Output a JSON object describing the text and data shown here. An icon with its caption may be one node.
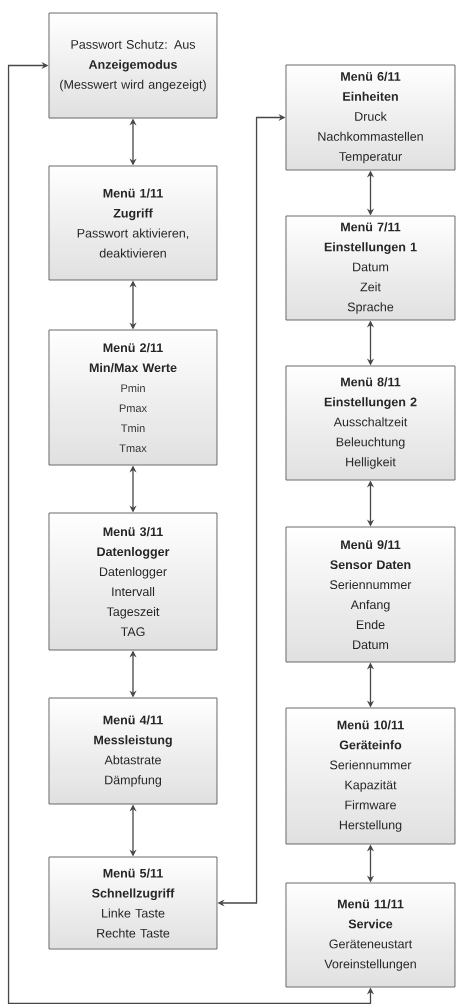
{
  "diagram": {
    "nodes": [
      {
        "text": [
          "Passwort Schutz: Aus",
          "Anzeigemodus",
          "(Messwert wird angezeigt)"
        ]
      },
      {
        "text": [
          "Menü 1/11",
          "Zugriff",
          "Passwort  aktivieren, deaktivieren"
        ]
      },
      {
        "text": [
          "Menü 2/11",
          "Min/Max Werte",
          "Pmin",
          "Pmax",
          "Tmin",
          "Tmax"
        ]
      },
      {
        "text": [
          "Menü 3/11",
          "Datenlogger",
          "Datenlogger",
          "Intervall",
          "Tageszeit",
          "TAG"
        ]
      },
      {
        "text": [
          "Menü 4/11",
          "Messleistung",
          "Abtastrate",
          "Dämpfung"
        ]
      },
      {
        "text": [
          "Menü 5/11",
          "Schnellzugriff",
          "Linke Taste",
          "Rechte Taste"
        ]
      },
      {
        "text": [
          "Menü 6/11",
          "Einheiten",
          "Druck",
          "Nachkommastellen",
          "Temperatur"
        ]
      },
      {
        "text": [
          "Menü 7/11",
          "Einstellungen 1",
          "Datum",
          "Zeit",
          "Sprache"
        ]
      },
      {
        "text": [
          "Menü 8/11",
          "Einstellungen 2",
          "Ausschaltzeit",
          "Beleuchtung",
          "Helligkeit"
        ]
      },
      {
        "text": [
          "Menü 9/11",
          "Sensor Daten",
          "Seriennummer",
          "Anfang",
          "Ende",
          "Datum"
        ]
      },
      {
        "text": [
          "Menü 10/11",
          "Geräteinfo",
          "Seriennummer",
          "Kapazität",
          "Firmware",
          "Herstellung"
        ]
      },
      {
        "text": [
          "Menü 11/11",
          "Service",
          "Geräteneustart",
          "Voreinstellungen"
        ]
      }
    ],
    "edges": [
      {
        "from": 0,
        "to": 1,
        "arrow": "both"
      },
      {
        "from": 1,
        "to": 2,
        "arrow": "both"
      },
      {
        "from": 2,
        "to": 3,
        "arrow": "both"
      },
      {
        "from": 3,
        "to": 4,
        "arrow": "both"
      },
      {
        "from": 4,
        "to": 5,
        "arrow": "both"
      },
      {
        "from": 5,
        "to": 6,
        "arrow": "both"
      },
      {
        "from": 6,
        "to": 7,
        "arrow": "both"
      },
      {
        "from": 7,
        "to": 8,
        "arrow": "both"
      },
      {
        "from": 8,
        "to": 9,
        "arrow": "both"
      },
      {
        "from": 9,
        "to": 10,
        "arrow": "both"
      },
      {
        "from": 10,
        "to": 11,
        "arrow": "both"
      },
      {
        "from": 11,
        "to": 0,
        "arrow": "both"
      }
    ]
  }
}
